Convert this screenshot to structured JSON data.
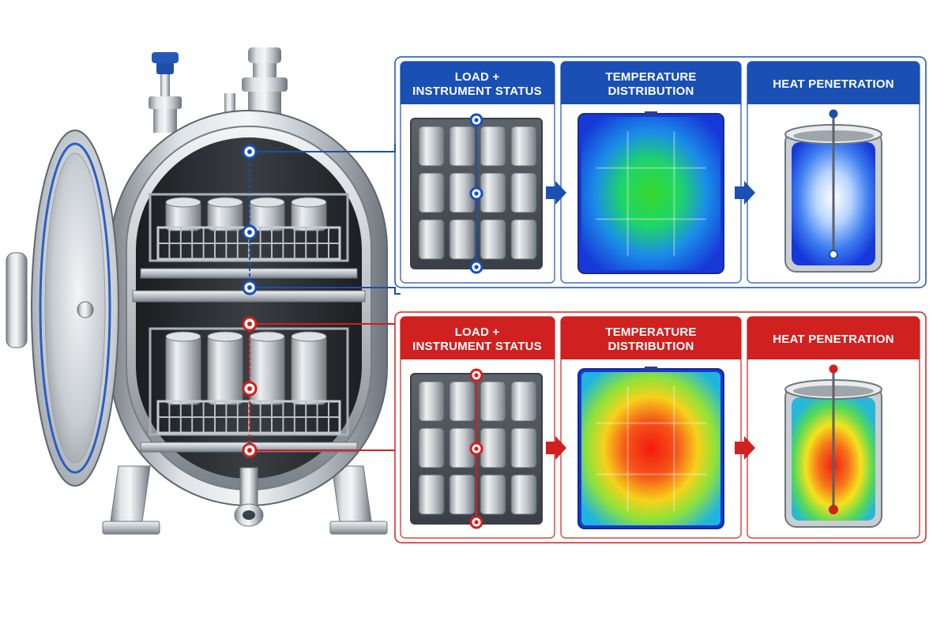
{
  "colors": {
    "blue_accent": "#1a4fb3",
    "red_accent": "#d0201f",
    "steel_light": "#e6e9ec",
    "steel_dark": "#6f767d",
    "cold_heat_low": "#1638d8",
    "cold_heat_mid": "#1fd46a",
    "hot_heat_high": "#f02010",
    "hot_heat_mid": "#f6e21a"
  },
  "icons": {
    "connector": "probe-dot-icon",
    "flow": "arrow-right-icon"
  },
  "rows": [
    {
      "id": "cold",
      "accent": "#1a4fb3",
      "panels": [
        {
          "id": "load",
          "title_lines": [
            "LOAD +",
            "INSTRUMENT STATUS"
          ]
        },
        {
          "id": "distribution",
          "title_lines": [
            "TEMPERATURE",
            "DISTRIBUTION"
          ]
        },
        {
          "id": "penetration",
          "title_lines": [
            "HEAT PENETRATION"
          ]
        }
      ]
    },
    {
      "id": "hot",
      "accent": "#d0201f",
      "panels": [
        {
          "id": "load",
          "title_lines": [
            "LOAD +",
            "INSTRUMENT STATUS"
          ]
        },
        {
          "id": "distribution",
          "title_lines": [
            "TEMPERATURE",
            "DISTRIBUTION"
          ]
        },
        {
          "id": "penetration",
          "title_lines": [
            "HEAT PENETRATION"
          ]
        }
      ]
    }
  ]
}
